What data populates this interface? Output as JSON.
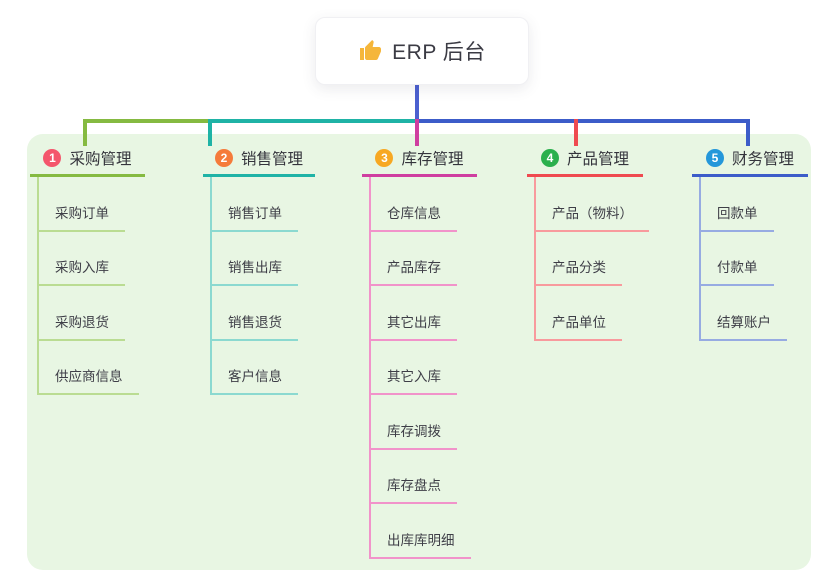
{
  "root": {
    "label": "ERP 后台",
    "icon": "thumbs-up-icon"
  },
  "branches": [
    {
      "index": "1",
      "label": "采购管理",
      "color": "#85ba41",
      "light_color": "#badc92",
      "badge_color": "#f4566c",
      "children": [
        "采购订单",
        "采购入库",
        "采购退货",
        "供应商信息"
      ]
    },
    {
      "index": "2",
      "label": "销售管理",
      "color": "#1fb3a6",
      "light_color": "#8bd9d0",
      "badge_color": "#f57b3b",
      "children": [
        "销售订单",
        "销售出库",
        "销售退货",
        "客户信息"
      ]
    },
    {
      "index": "3",
      "label": "库存管理",
      "color": "#cf3ea0",
      "light_color": "#f193ca",
      "badge_color": "#f7a822",
      "children": [
        "仓库信息",
        "产品库存",
        "其它出库",
        "其它入库",
        "库存调拨",
        "库存盘点",
        "出库库明细"
      ]
    },
    {
      "index": "4",
      "label": "产品管理",
      "color": "#ef4a50",
      "light_color": "#f89a9d",
      "badge_color": "#2bb04d",
      "children": [
        "产品（物料）",
        "产品分类",
        "产品单位"
      ]
    },
    {
      "index": "5",
      "label": "财务管理",
      "color": "#3c5cc9",
      "light_color": "#97abe2",
      "badge_color": "#2497da",
      "children": [
        "回款单",
        "付款单",
        "结算账户"
      ]
    }
  ],
  "palette": {
    "page_background": "#ffffff",
    "panel_background": "#e8f6e3",
    "root_connector": "#4b60d0",
    "text": "#3b3b44",
    "thumb_icon": "#f5b63a"
  }
}
